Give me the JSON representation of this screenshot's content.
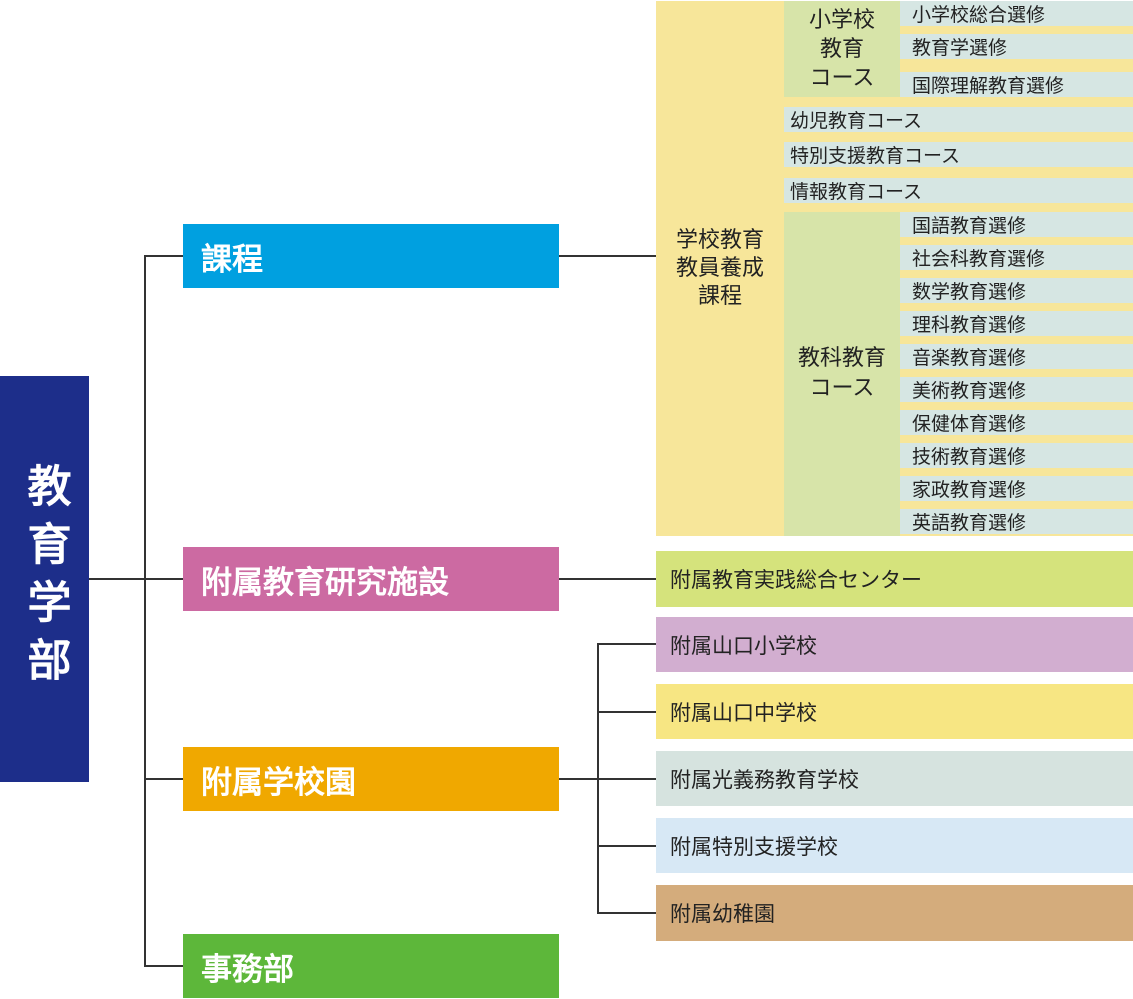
{
  "root": {
    "label": "教育学部",
    "color": "#1d2e8a"
  },
  "branches": {
    "katei": {
      "label": "課程",
      "color": "#00a0e0"
    },
    "fuzoku_kenkyu": {
      "label": "附属教育研究施設",
      "color": "#cc6aa2"
    },
    "fuzoku_gakkoen": {
      "label": "附属学校園",
      "color": "#f0a800"
    },
    "jimubu": {
      "label": "事務部",
      "color": "#5db73a"
    }
  },
  "katei_program": {
    "label": "学校教育\n教員養成\n課程",
    "courses": {
      "shogakko": {
        "label": "小学校\n教育\nコース",
        "options": [
          "小学校総合選修",
          "教育学選修",
          "国際理解教育選修"
        ]
      },
      "yoji": {
        "label": "幼児教育コース"
      },
      "tokubetsu": {
        "label": "特別支援教育コース"
      },
      "joho": {
        "label": "情報教育コース"
      },
      "kyoka": {
        "label": "教科教育\nコース",
        "options": [
          "国語教育選修",
          "社会科教育選修",
          "数学教育選修",
          "理科教育選修",
          "音楽教育選修",
          "美術教育選修",
          "保健体育選修",
          "技術教育選修",
          "家政教育選修",
          "英語教育選修"
        ]
      }
    }
  },
  "research_center": {
    "label": "附属教育実践総合センター"
  },
  "schools": [
    {
      "label": "附属山口小学校",
      "color": "#d2aed0"
    },
    {
      "label": "附属山口中学校",
      "color": "#f7e683"
    },
    {
      "label": "附属光義務教育学校",
      "color": "#d6e3df"
    },
    {
      "label": "附属特別支援学校",
      "color": "#d7e8f5"
    },
    {
      "label": "附属幼稚園",
      "color": "#d4ac7c"
    }
  ]
}
